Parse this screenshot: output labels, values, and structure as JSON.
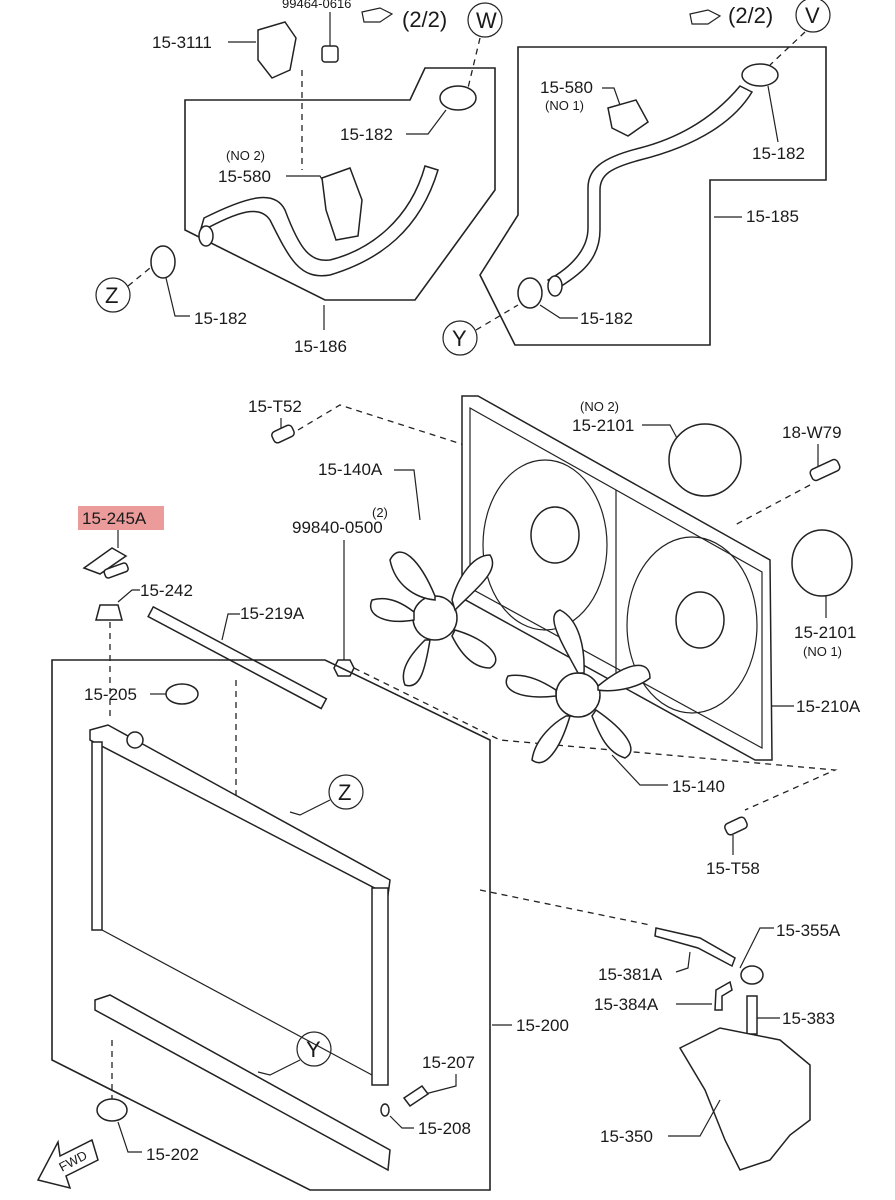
{
  "diagram": {
    "title": "Radiator and cooling fan parts diagram",
    "highlight_color": "#e98a8a",
    "highlighted_part": "15-245A",
    "references": [
      {
        "id": "ref-w",
        "letter": "W",
        "note": "(2/2)"
      },
      {
        "id": "ref-v",
        "letter": "V",
        "note": "(2/2)"
      },
      {
        "id": "ref-z-top",
        "letter": "Z"
      },
      {
        "id": "ref-y-top",
        "letter": "Y"
      },
      {
        "id": "ref-z-rad",
        "letter": "Z"
      },
      {
        "id": "ref-y-rad",
        "letter": "Y"
      }
    ],
    "labels": {
      "top_cut": "99464-0616",
      "p3111": "15-3111",
      "p182_w": "15-182",
      "no2_580": "(NO 2)",
      "p580_l": "15-580",
      "p182_z": "15-182",
      "p186": "15-186",
      "p580_r": "15-580",
      "no1_580": "(NO 1)",
      "p182_v": "15-182",
      "p185": "15-185",
      "p182_y": "15-182",
      "pT52": "15-T52",
      "no2_2101": "(NO 2)",
      "p2101_a": "15-2101",
      "p18W79": "18-W79",
      "p140A": "15-140A",
      "qty2": "(2)",
      "p99840": "99840-0500",
      "p245A": "15-245A",
      "p242": "15-242",
      "p219A": "15-219A",
      "p2101_b": "15-2101",
      "no1_2101": "(NO 1)",
      "p205": "15-205",
      "p210A": "15-210A",
      "p140": "15-140",
      "pT58": "15-T58",
      "p355A": "15-355A",
      "p381A": "15-381A",
      "p384A": "15-384A",
      "p383": "15-383",
      "p200": "15-200",
      "p207": "15-207",
      "p208": "15-208",
      "p350": "15-350",
      "p202": "15-202",
      "fwd": "FWD"
    }
  }
}
